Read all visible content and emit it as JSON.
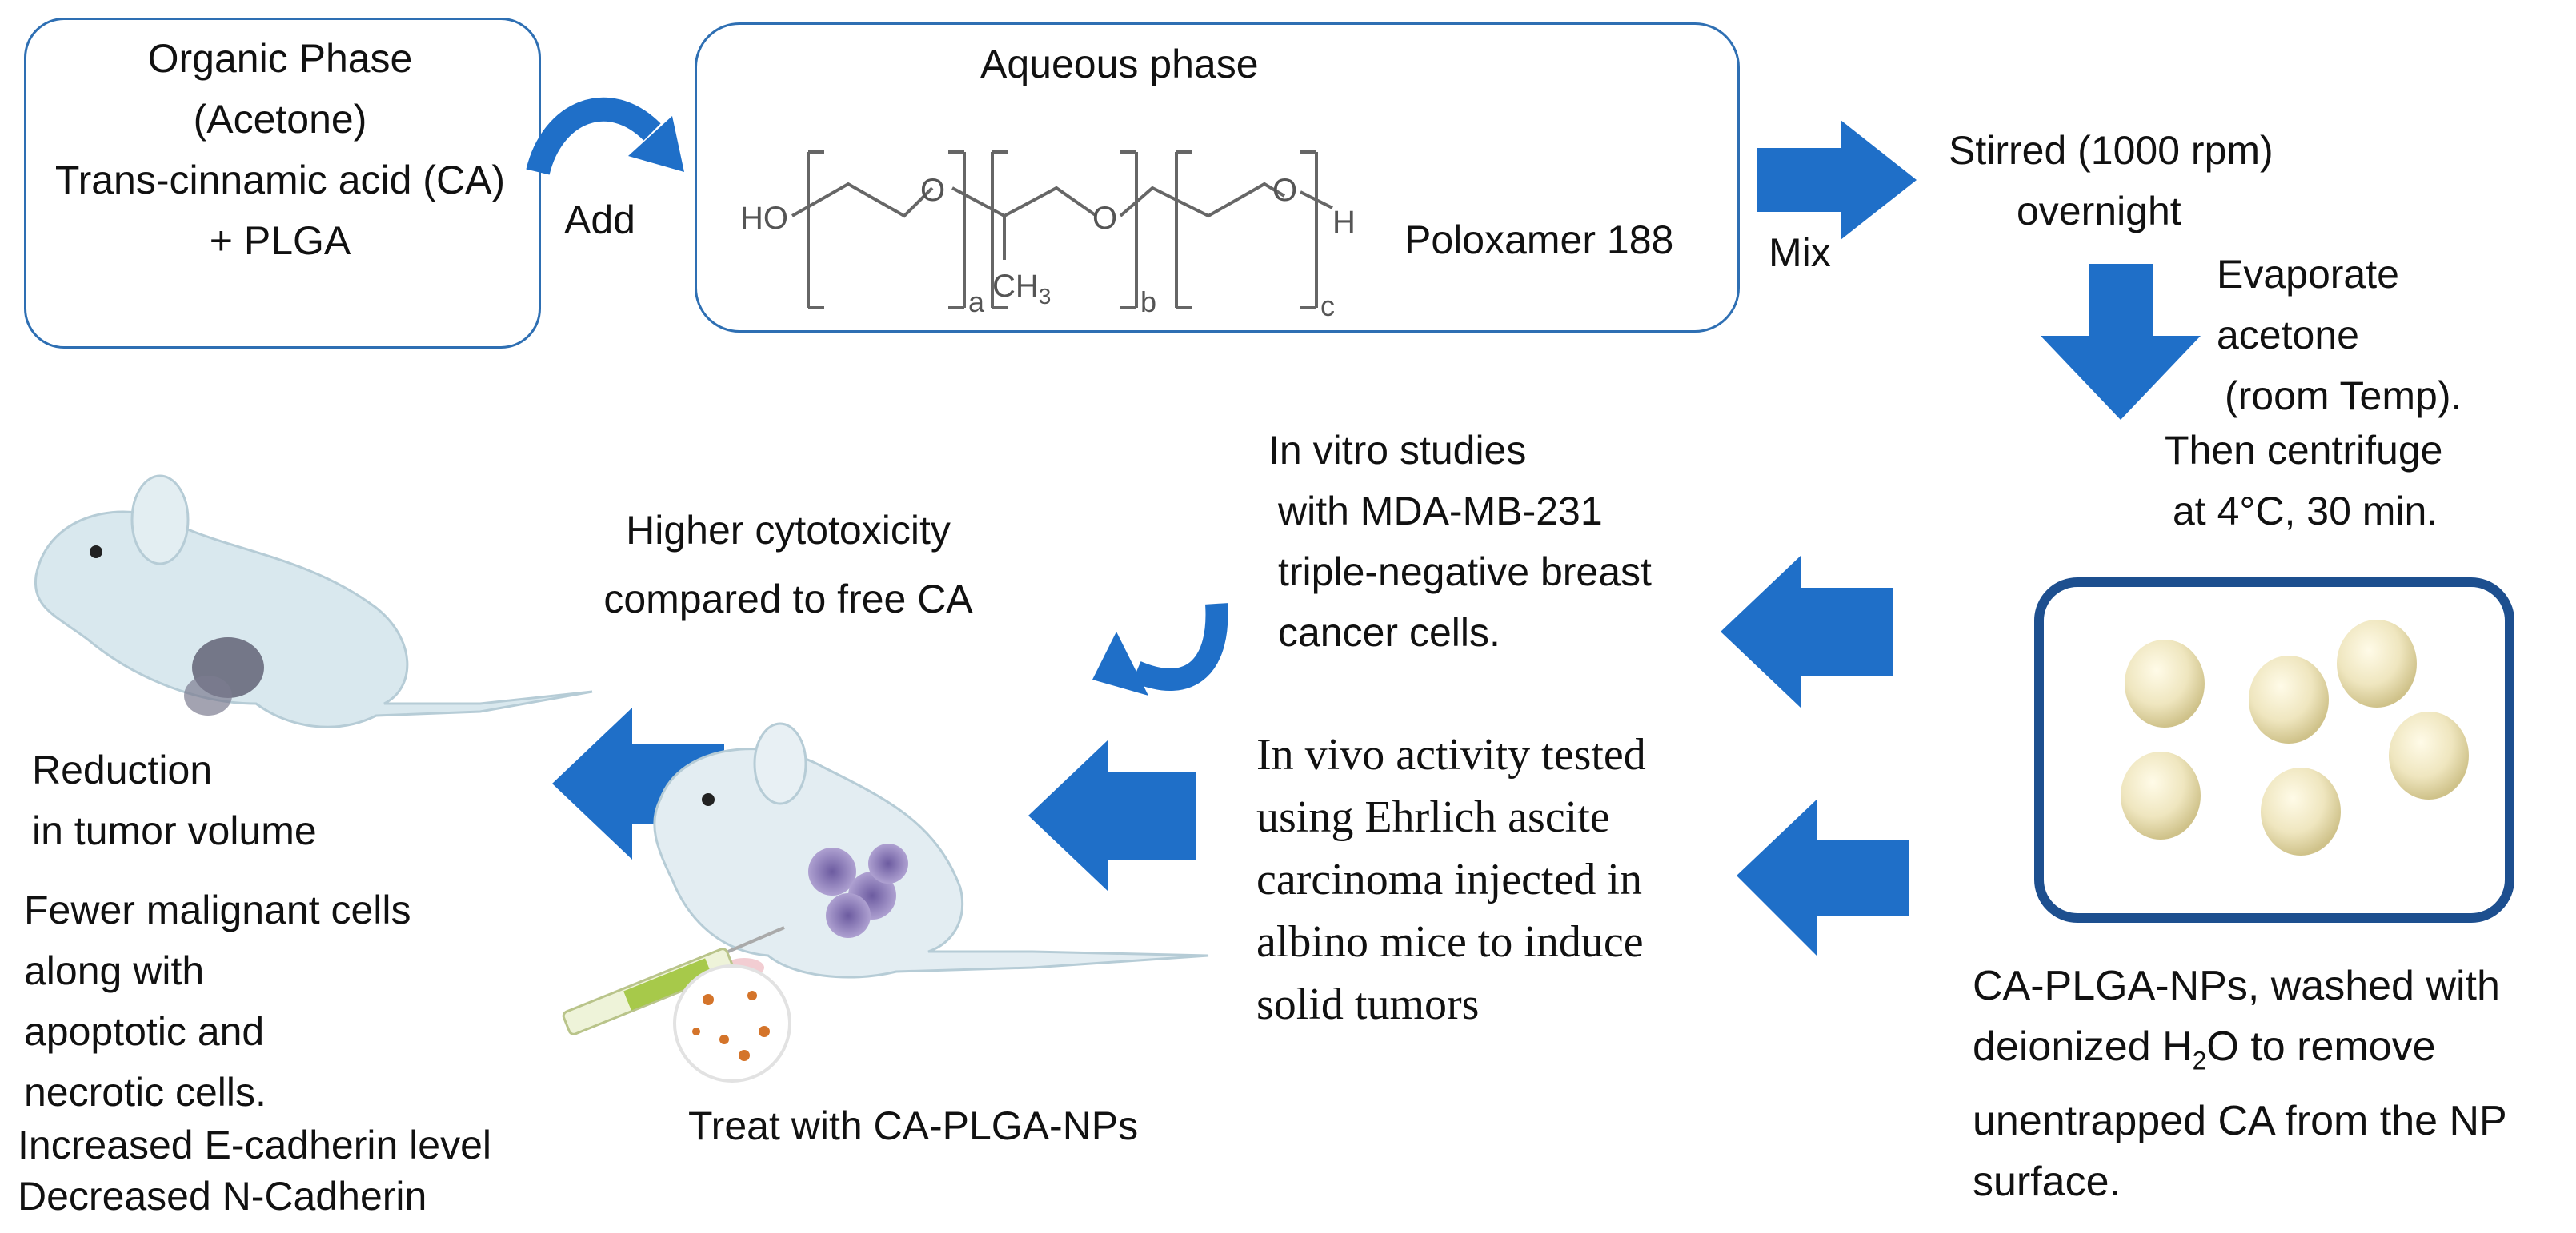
{
  "colors": {
    "arrow_blue": "#1f6fc8",
    "box_border": "#2e6fb3",
    "nanoparticle": "#efe6bf",
    "mouse_body": "#d9e8ee",
    "tumor": "#8f7fb8"
  },
  "organic_phase": {
    "line1": "Organic Phase",
    "line2": "(Acetone)",
    "line3": "Trans-cinnamic acid (CA)",
    "line4": "+ PLGA"
  },
  "add_label": "Add",
  "aqueous_phase": {
    "title": "Aqueous phase",
    "chem": {
      "ho": "HO",
      "o1": "O",
      "o2": "O",
      "o3": "O",
      "h": "H",
      "ch3": "CH",
      "ch3_sub": "3",
      "sub_a": "a",
      "sub_b": "b",
      "sub_c": "c"
    },
    "poloxamer": "Poloxamer 188"
  },
  "mix_label": "Mix",
  "stirred": {
    "line1": "Stirred (1000 rpm)",
    "line2": "overnight"
  },
  "evaporate": {
    "line1": "Evaporate",
    "line2": "acetone",
    "line3": "(room Temp).",
    "line4": "Then centrifuge",
    "line5": "at 4°C, 30 min."
  },
  "washed": {
    "line1": "CA-PLGA-NPs, washed with",
    "line2_pre": "deionized H",
    "line2_sub": "2",
    "line2_post": "O to remove",
    "line3": "unentrapped CA from the NP",
    "line4": "surface."
  },
  "in_vitro": {
    "line1": "In vitro studies",
    "line2": "with MDA-MB-231",
    "line3": "triple-negative breast",
    "line4": "cancer cells."
  },
  "higher_cyto": {
    "line1": "Higher cytotoxicity",
    "line2": "compared to free CA"
  },
  "in_vivo": {
    "line1": "In vivo activity tested",
    "line2": "using Ehrlich ascite",
    "line3": "carcinoma injected in",
    "line4": "albino mice to induce",
    "line5": "solid tumors"
  },
  "treat_label": "Treat with CA-PLGA-NPs",
  "outcomes": {
    "line1": "Reduction",
    "line2": "in tumor volume",
    "line3": "Fewer malignant cells",
    "line4": "along with",
    "line5": "apoptotic and",
    "line6": "necrotic cells.",
    "line7": "Increased E-cadherin level",
    "line8": "Decreased N-Cadherin"
  },
  "icons": [
    "curved-arrow-icon",
    "nanoparticle-icon",
    "mouse-icon",
    "syringe-icon",
    "petri-dish-icon"
  ]
}
